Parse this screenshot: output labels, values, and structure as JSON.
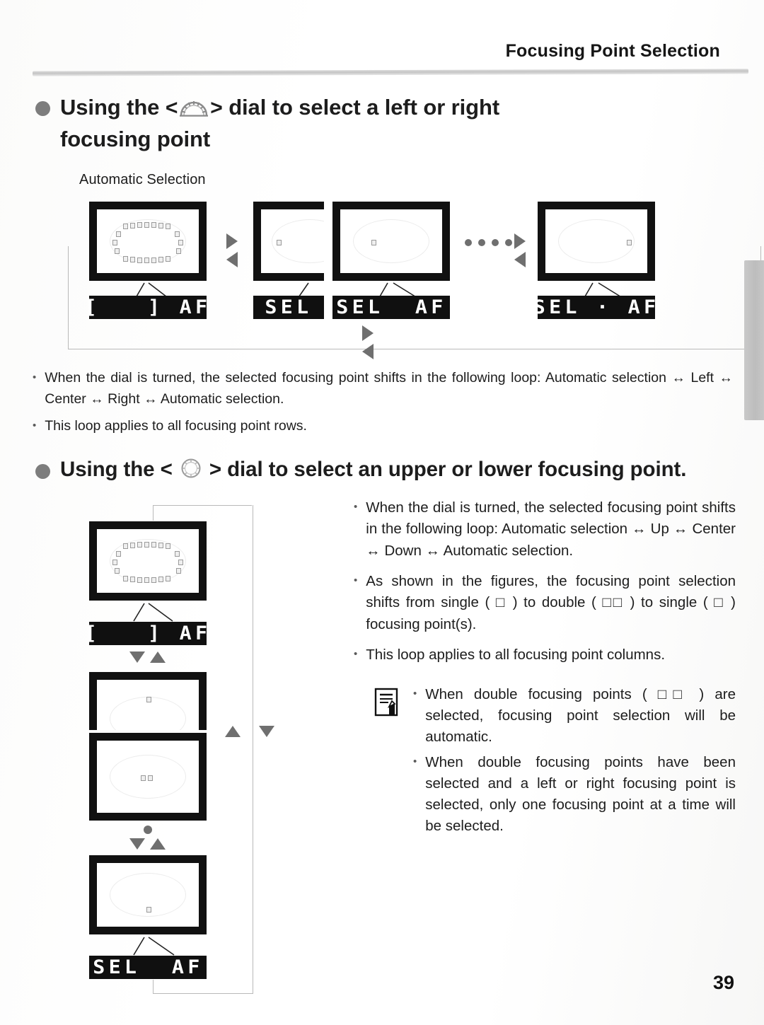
{
  "header": {
    "title": "Focusing Point Selection"
  },
  "page_number": "39",
  "section1": {
    "heading_line1_a": "Using the ",
    "heading_dial_icon": "main-dial-icon",
    "heading_line1_b": " dial to select a left or right",
    "heading_line2": "focusing point",
    "subtitle": "Automatic Selection",
    "bullets": [
      "When the dial is turned, the selected focusing point shifts in the following loop: Automatic selection ↔ Left ↔ Center ↔ Right ↔ Automatic selection.",
      "This loop applies to all focusing point rows."
    ],
    "lcd_labels": [
      "[   ] AF",
      "SEL",
      "SEL  AF",
      "SEL · AF"
    ]
  },
  "section2": {
    "heading_a": "Using the < ",
    "heading_dial_icon": "quick-control-dial-icon",
    "heading_b": " > dial to select an upper or lower focusing point.",
    "bullets": [
      "When the dial is turned, the selected focusing point shifts in the following loop: Automatic selection ↔ Up ↔ Center ↔ Down ↔ Automatic selection.",
      "As shown in the figures, the focusing point selection shifts from single ( □ ) to double ( □□ ) to single ( □ ) focusing point(s).",
      "This loop applies to all focusing point columns."
    ],
    "note_icon": "note-pencil-icon",
    "note_bullets": [
      "When double focusing points ( □□ ) are selected, focusing point selection will be automatic.",
      "When double focusing points have been selected and a left or right focusing point is selected, only one focusing point at a time will be selected."
    ],
    "lcd_labels": [
      "[   ] AF",
      "SEL  AF"
    ]
  },
  "colors": {
    "text": "#1d1d1d",
    "lcd_background": "#101010",
    "lcd_text": "#ffffff",
    "arrow_gray": "#6f6f6f",
    "bullet_dot": "#7d7d7d",
    "rule_gray": "#c2c2c2"
  }
}
